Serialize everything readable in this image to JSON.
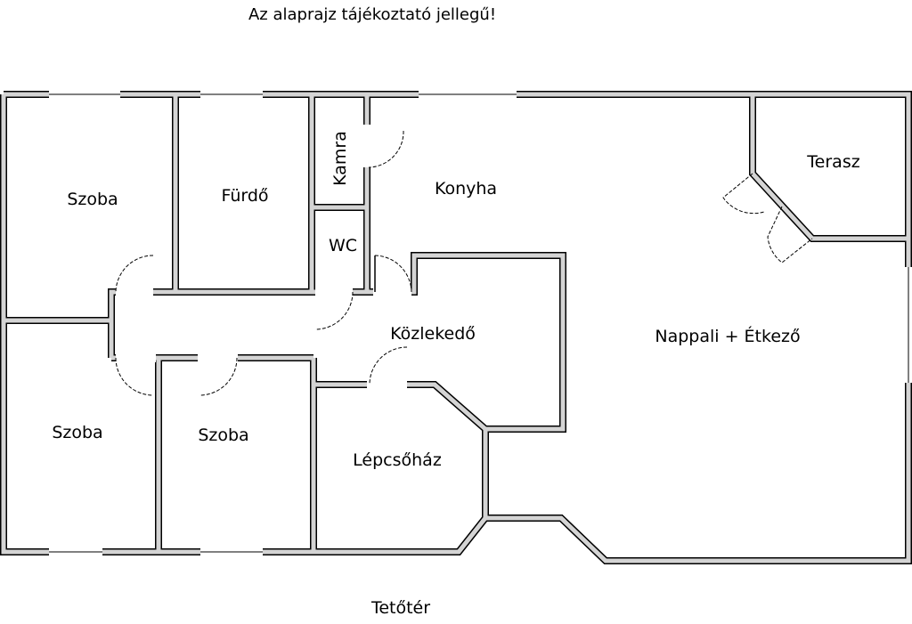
{
  "note": "Az alaprajz tájékoztató jellegű!",
  "floor_label": "Tetőtér",
  "rooms": {
    "szoba_top": "Szoba",
    "furdo": "Fürdő",
    "kamra": "Kamra",
    "wc": "WC",
    "konyha": "Konyha",
    "terasz": "Terasz",
    "kozlekedo": "Közlekedő",
    "nappali": "Nappali + Étkező",
    "szoba_bottom_left": "Szoba",
    "szoba_bottom_mid": "Szoba",
    "lepcsohaz": "Lépcsőház"
  }
}
